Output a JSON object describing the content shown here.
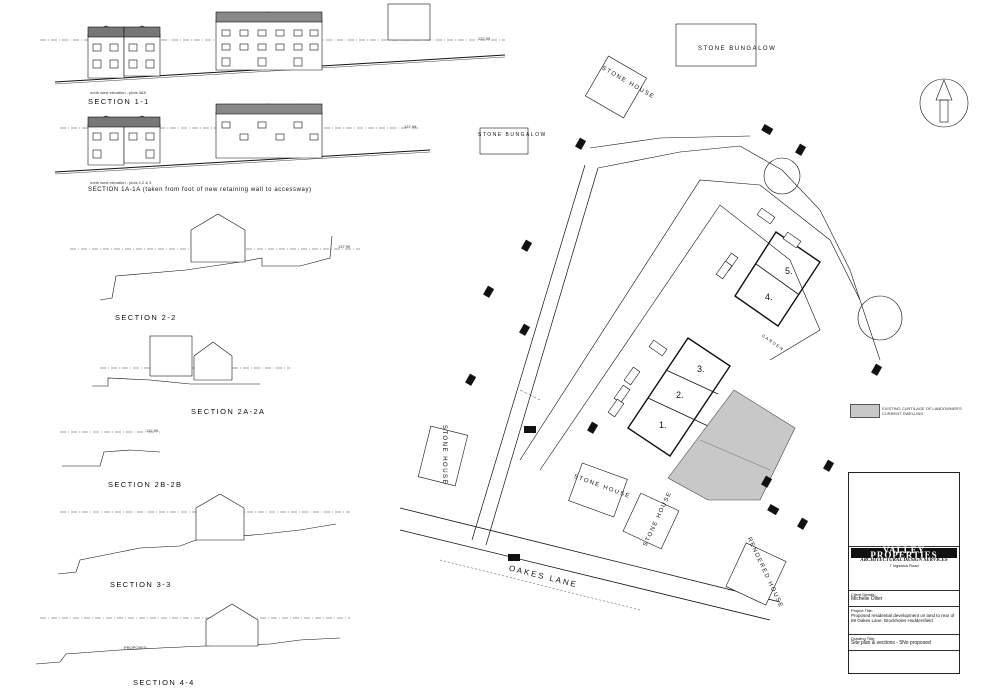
{
  "sections": {
    "s11": {
      "label": "SECTION 1-1",
      "road_level": "137.99",
      "note": "north west elevation - plots 4&5"
    },
    "s1a": {
      "label": "SECTION 1A-1A (taken from foot of new retaining wall to accessway)",
      "road_level": "137.99",
      "note": "north west elevation - plots 1,2 & 3"
    },
    "s22": {
      "label": "SECTION 2-2",
      "level": "137.99"
    },
    "s2a": {
      "label": "SECTION 2A-2A"
    },
    "s2b": {
      "label": "SECTION 2B-2B",
      "level": "137.99"
    },
    "s33": {
      "label": "SECTION 3-3"
    },
    "s44": {
      "label": "SECTION 4-4",
      "proposed": "PROPOSED"
    }
  },
  "plan": {
    "stone_bungalow_top": "STONE BUNGALOW",
    "stone_house_top": "STONE HOUSE",
    "stone_bungalow_left": "STONE BUNGALOW",
    "stone_house_left": "STONE HOUSE",
    "stone_house_center": "STONE HOUSE",
    "stone_house_bottom": "STONE HOUSE",
    "rendered_house": "RENDERED HOUSE",
    "oakes_lane": "OAKES LANE",
    "garden": "GARDEN",
    "plots": [
      "1.",
      "2.",
      "3.",
      "4.",
      "5."
    ]
  },
  "legend": {
    "text": "EXISTING CURTILAGE OF LANDOWNER'S CURRENT DWELLING"
  },
  "title_block": {
    "firm_name": "VALLEY PROPERTIES",
    "firm_sub": "ARCHITECTURAL DESIGN SERVICES",
    "address": "7 Ingswick Road",
    "client_label": "Client Details:",
    "client": "Michelle Ollier",
    "project_label": "Project Title:",
    "project": "Proposed residential development on land to rear of 59 Oakes Lane, Brockholes Huddersfield",
    "drawing_label": "Drawing Title:",
    "drawing": "Site plan & sections - 5No proposed"
  },
  "colors": {
    "line": "#111111",
    "shade": "#c8c8c8"
  }
}
